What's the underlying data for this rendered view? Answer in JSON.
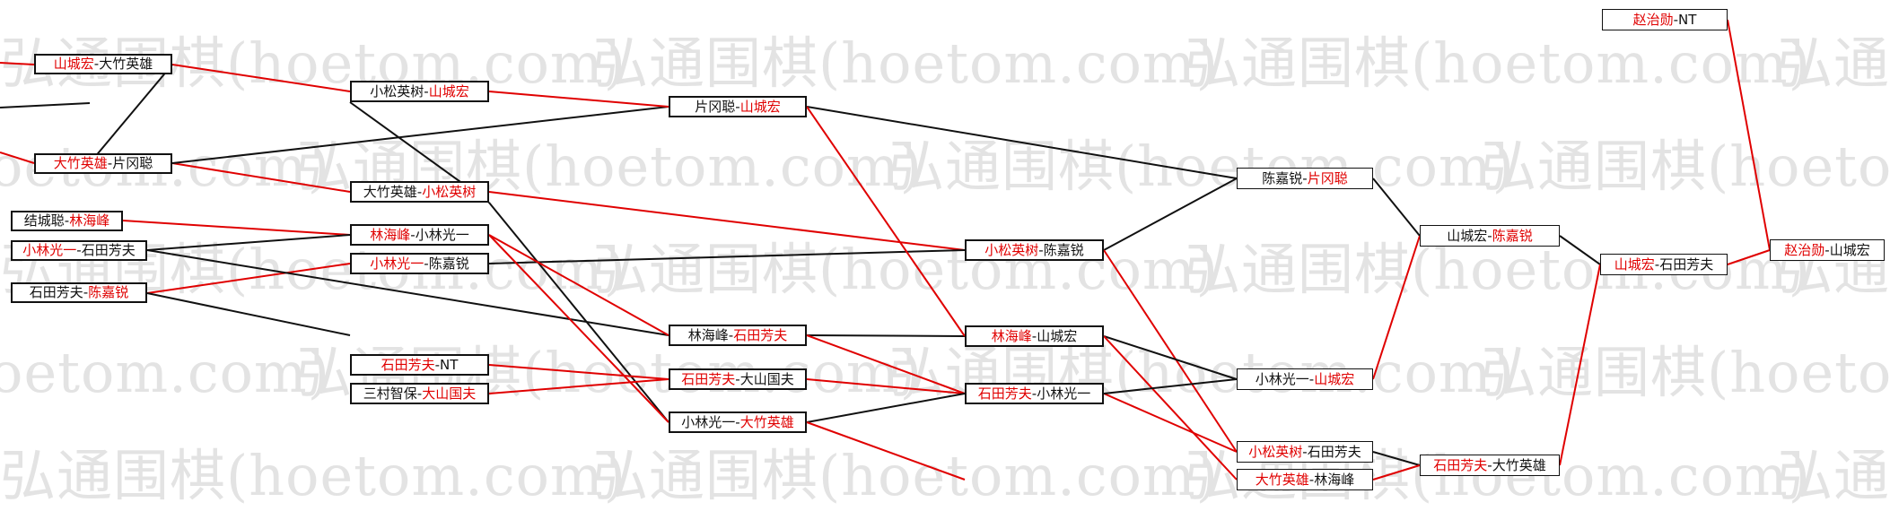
{
  "watermark": {
    "text": "弘通围棋(hoetom.com)"
  },
  "colors": {
    "winner": "#e00000",
    "line_win": "#e00000",
    "line_loss": "#111111"
  },
  "matches": [
    {
      "id": "r1a",
      "left": "山城宏",
      "right": "大竹英雄",
      "winner": "left"
    },
    {
      "id": "r1b",
      "left": "大竹英雄",
      "right": "片冈聪",
      "winner": "left"
    },
    {
      "id": "r1c",
      "left": "结城聪",
      "right": "林海峰",
      "winner": "right"
    },
    {
      "id": "r1d",
      "left": "小林光一",
      "right": "石田芳夫",
      "winner": "left"
    },
    {
      "id": "r1e",
      "left": "石田芳夫",
      "right": "陈嘉锐",
      "winner": "right"
    },
    {
      "id": "r2a",
      "left": "小松英树",
      "right": "山城宏",
      "winner": "right"
    },
    {
      "id": "r2b",
      "left": "大竹英雄",
      "right": "小松英树",
      "winner": "right"
    },
    {
      "id": "r2c",
      "left": "林海峰",
      "right": "小林光一",
      "winner": "left"
    },
    {
      "id": "r2d",
      "left": "小林光一",
      "right": "陈嘉锐",
      "winner": "left"
    },
    {
      "id": "r2e",
      "left": "石田芳夫",
      "right": "NT",
      "winner": "left"
    },
    {
      "id": "r2f",
      "left": "三村智保",
      "right": "大山国夫",
      "winner": "right"
    },
    {
      "id": "r3a",
      "left": "片冈聪",
      "right": "山城宏",
      "winner": "right"
    },
    {
      "id": "r3b",
      "left": "林海峰",
      "right": "石田芳夫",
      "winner": "right"
    },
    {
      "id": "r3c",
      "left": "石田芳夫",
      "right": "大山国夫",
      "winner": "left"
    },
    {
      "id": "r3d",
      "left": "小林光一",
      "right": "大竹英雄",
      "winner": "right"
    },
    {
      "id": "r4a",
      "left": "小松英树",
      "right": "陈嘉锐",
      "winner": "left"
    },
    {
      "id": "r4b",
      "left": "林海峰",
      "right": "山城宏",
      "winner": "left"
    },
    {
      "id": "r4c",
      "left": "石田芳夫",
      "right": "小林光一",
      "winner": "left"
    },
    {
      "id": "r5a",
      "left": "陈嘉锐",
      "right": "片冈聪",
      "winner": "right"
    },
    {
      "id": "r5b",
      "left": "小林光一",
      "right": "山城宏",
      "winner": "right"
    },
    {
      "id": "r5c",
      "left": "小松英树",
      "right": "石田芳夫",
      "winner": "left"
    },
    {
      "id": "r5d",
      "left": "大竹英雄",
      "right": "林海峰",
      "winner": "left"
    },
    {
      "id": "r6a",
      "left": "山城宏",
      "right": "陈嘉锐",
      "winner": "right"
    },
    {
      "id": "r6b",
      "left": "石田芳夫",
      "right": "大竹英雄",
      "winner": "left"
    },
    {
      "id": "r7a",
      "left": "山城宏",
      "right": "石田芳夫",
      "winner": "left"
    },
    {
      "id": "r7b",
      "left": "赵治勋",
      "right": "NT",
      "winner": "left"
    },
    {
      "id": "r8a",
      "left": "赵治勋",
      "right": "山城宏",
      "winner": "left"
    }
  ]
}
